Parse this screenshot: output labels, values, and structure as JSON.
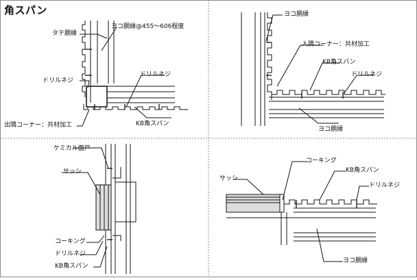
{
  "title": "角スパン",
  "panels": {
    "top_left": {
      "labels": {
        "yoko_range": "ヨコ胴縁@455～606程度",
        "tate": "タテ胴縁",
        "drill_left": "ドリルネジ",
        "drill_right": "ドリルネジ",
        "kb": "KB角スパン",
        "deskumi": "出隅コーナー：共材加工"
      }
    },
    "top_right": {
      "labels": {
        "yoko_top": "ヨコ胴縁",
        "irisumi": "入隅コーナー：共材加工",
        "kb": "KB角スパン",
        "drill": "ドリルネジ",
        "yoko_bottom": "ヨコ胴縁"
      }
    },
    "bottom_left": {
      "labels": {
        "chemical": "ケミカル面戸",
        "sash": "サッシ",
        "caulking": "コーキング",
        "drill": "ドリルネジ",
        "kb": "KB角スパン"
      }
    },
    "bottom_right": {
      "labels": {
        "caulking": "コーキング",
        "kb": "KB角スパン",
        "sash": "サッシ",
        "drill": "ドリルネジ",
        "yoko": "ヨコ胴縁"
      }
    }
  },
  "colors": {
    "line": "#111111",
    "frame": "#666666",
    "fill_gray": "#dddddd"
  }
}
